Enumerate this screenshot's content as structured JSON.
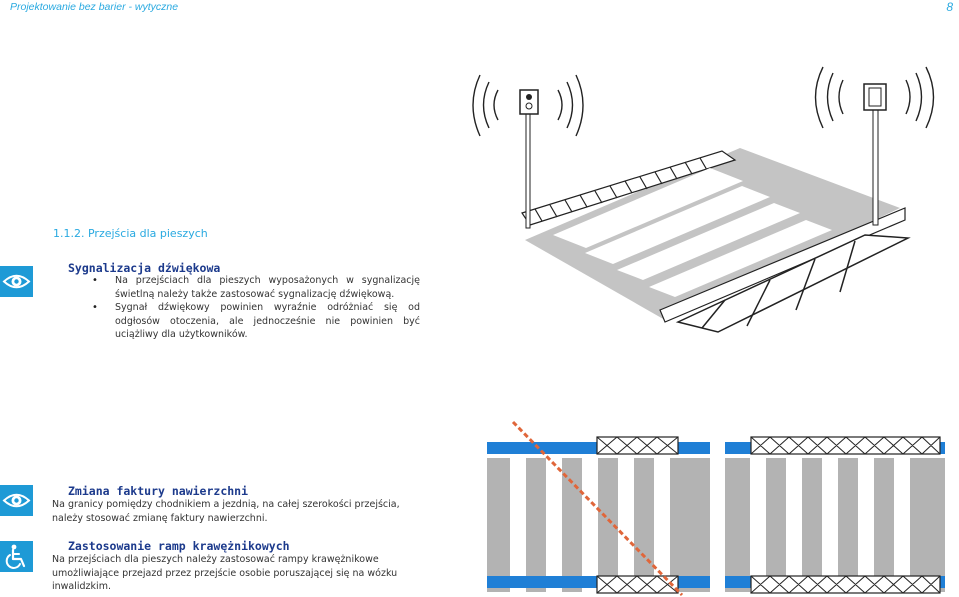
{
  "header": {
    "left_text": "Projektowanie bez barier - wytyczne",
    "page_number": "8"
  },
  "section_number": "1.1.2. Przejścia dla pieszych",
  "sound": {
    "title": "Sygnalizacja dźwiękowa",
    "bullets": [
      "Na przejściach dla pieszych wyposażonych w sygnalizację świetlną należy także zastosować sygnalizację dźwiękową.",
      "Sygnał dźwiękowy powinien wyraźnie odróżniać się od odgłosów otoczenia, ale jednocześnie nie powinien być uciążliwy dla użytkowników."
    ]
  },
  "texture": {
    "title": "Zmiana faktury nawierzchni",
    "text": "Na granicy pomiędzy chodnikiem a jezdnią, na całej szerokości przejścia, należy stosować zmianę faktury nawierzchni."
  },
  "ramps": {
    "title": "Zastosowanie ramp krawężnikowych",
    "text": "Na przejściach dla pieszych należy zastosować rampy krawężnikowe umożliwiające przejazd przez przejście osobie poruszającej się na wózku inwalidzkim."
  },
  "icons": {
    "eye_1": "eye-icon",
    "eye_2": "eye-icon",
    "wheelchair": "wheelchair-icon"
  },
  "colors": {
    "accent_blue": "#1e9ad6",
    "heading_navy": "#1c3a8c",
    "road_grey": "#b3b3b3",
    "curb_blue": "#1f7fd6",
    "strike_orange": "#e0663a"
  }
}
